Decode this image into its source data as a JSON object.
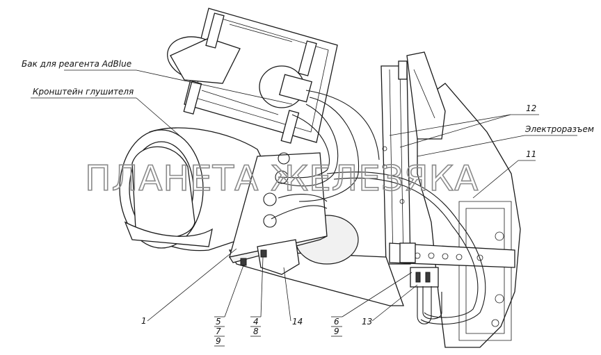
{
  "labels": {
    "tank": "Бак для реагента AdBlue",
    "muffler_bracket": "Кронштейн глушителя",
    "connector": "Электроразъем"
  },
  "callouts": {
    "n12": "12",
    "n11": "11",
    "n1": "1",
    "n5": "5",
    "n7": "7",
    "n9a": "9",
    "n4": "4",
    "n8": "8",
    "n14": "14",
    "n6": "6",
    "n9b": "9",
    "n13": "13"
  },
  "watermark": "ПЛАНЕТА ЖЕЛЕЗЯКА"
}
